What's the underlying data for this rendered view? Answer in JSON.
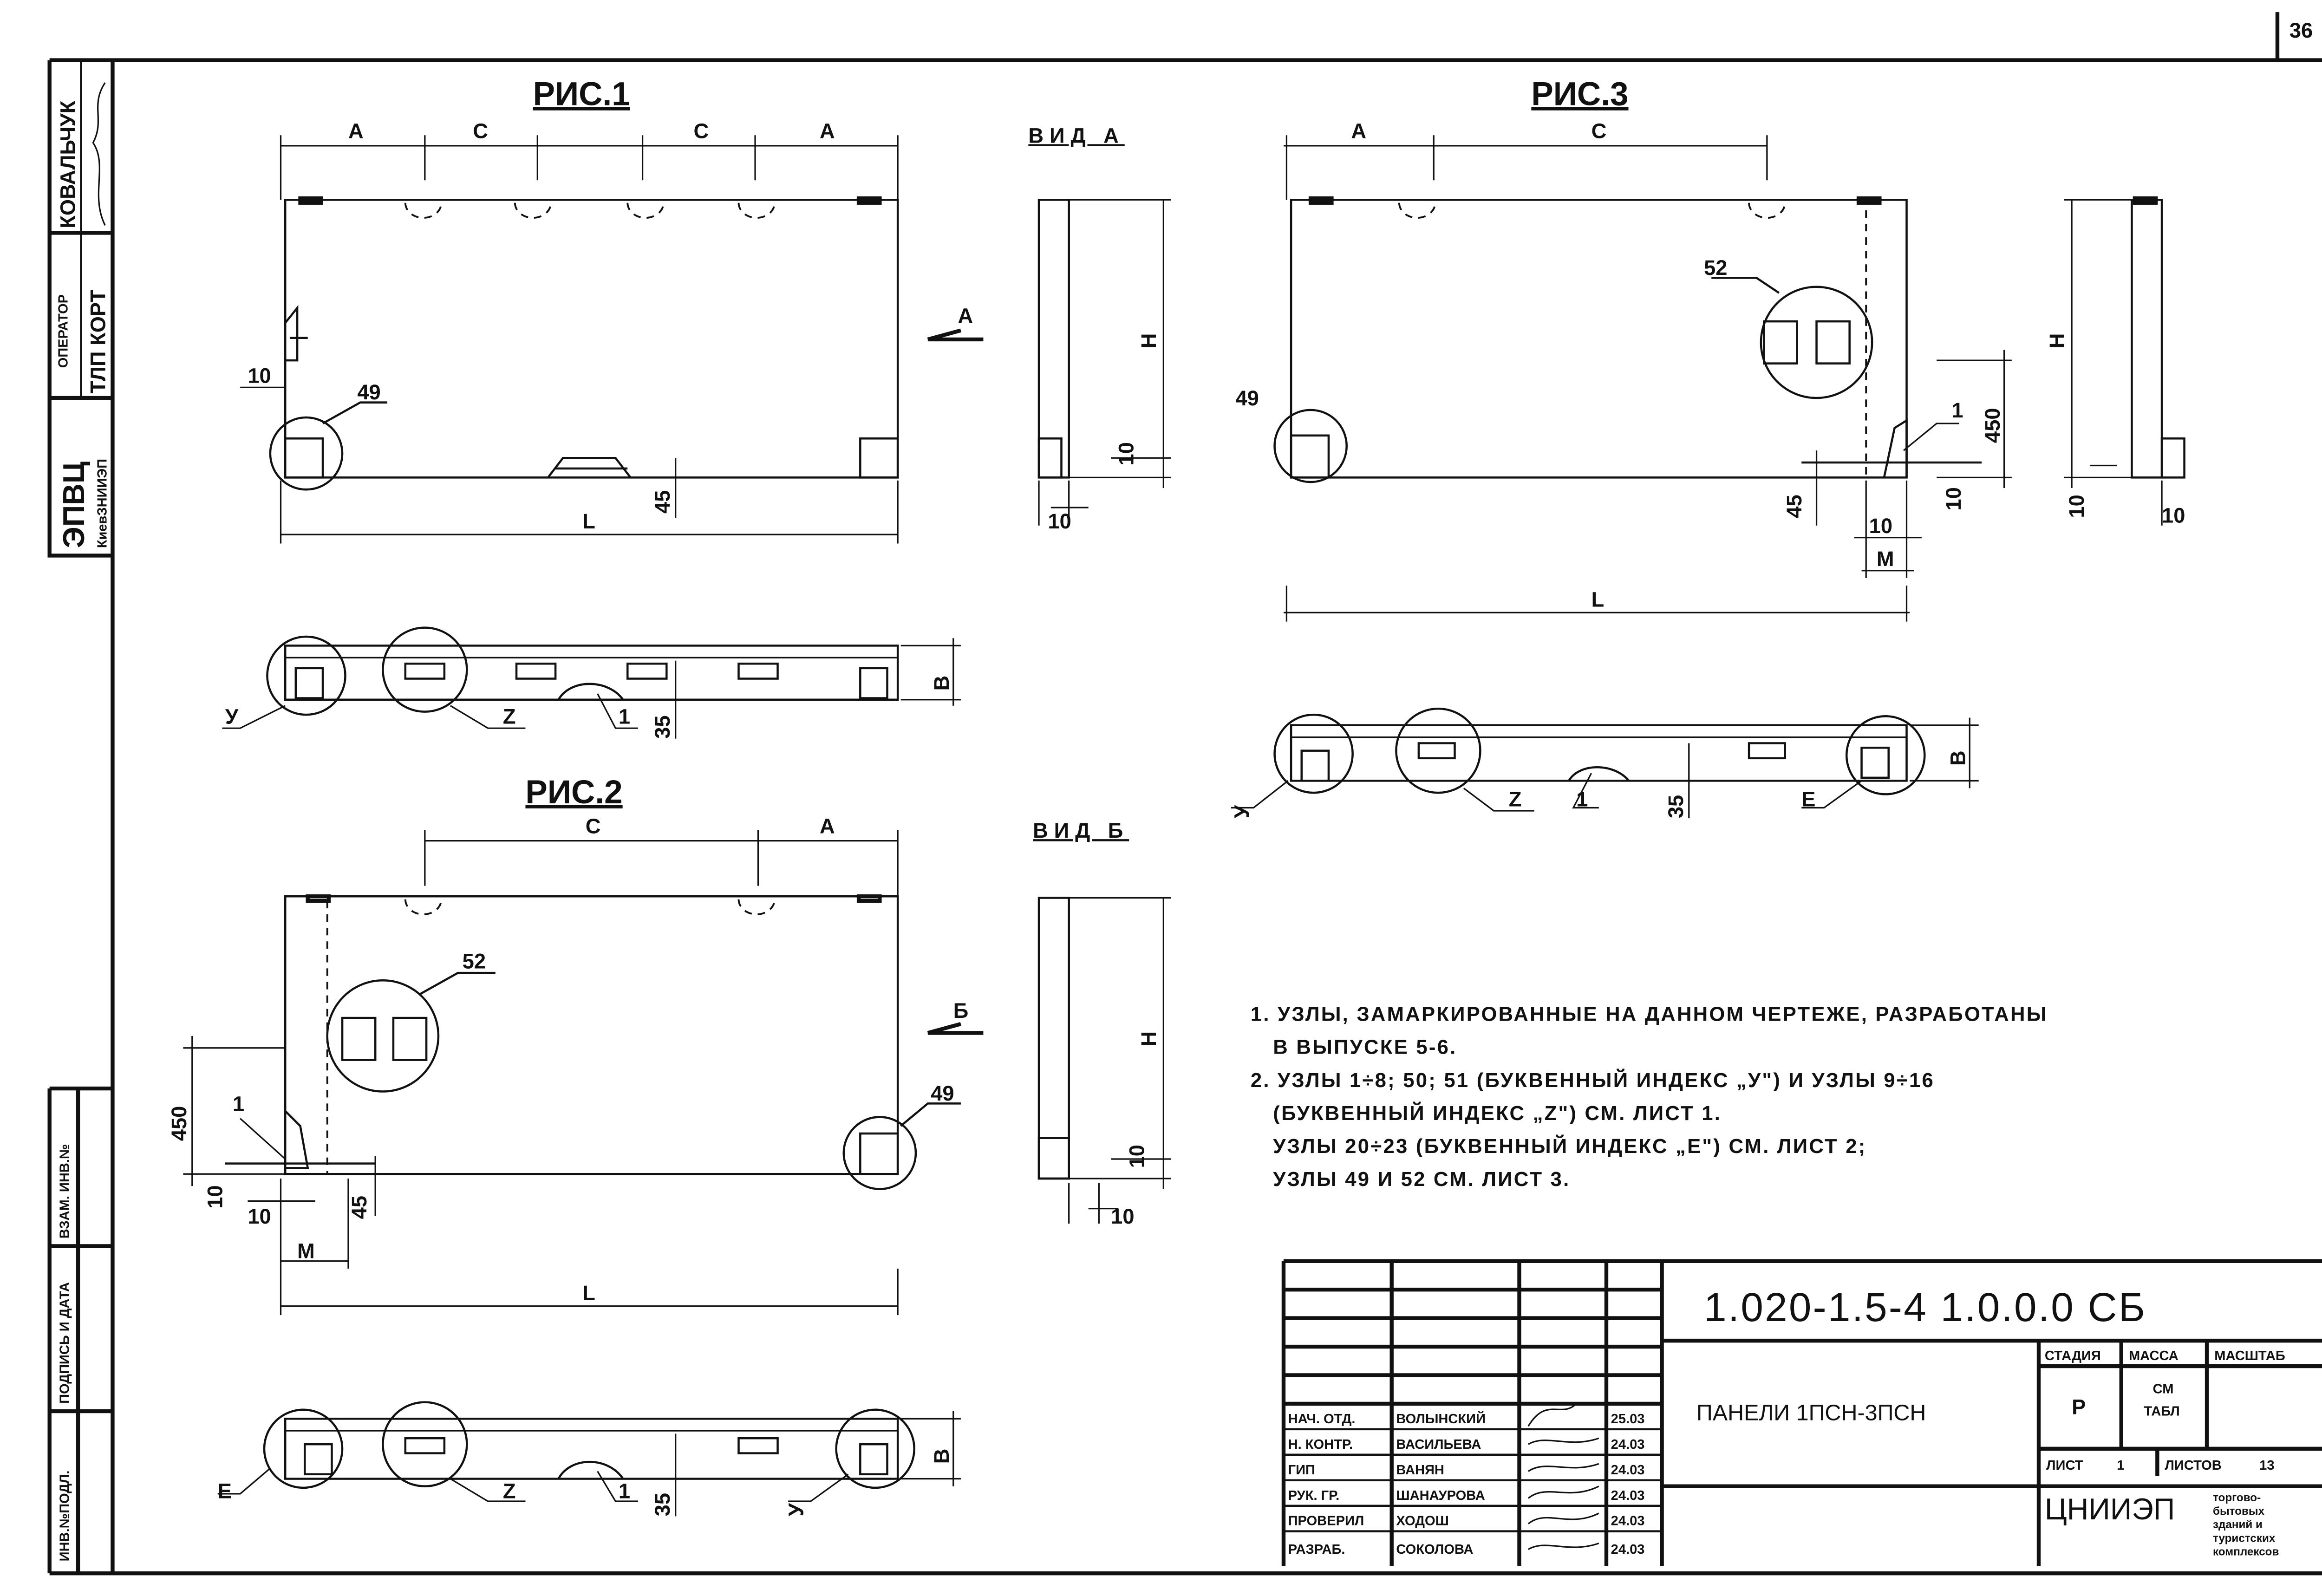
{
  "sheet_number": "36",
  "side_stamp": {
    "author": "КОВАЛЬЧУК",
    "operator_label": "ОПЕРАТОР",
    "operator_org": "ТЛП КОРТ",
    "center": "ЭПВЦ",
    "institute": "КиевЗНИИЭП",
    "inv_replace": "ВЗАМ. ИНВ.№",
    "sign_date": "ПОДПИСЬ И ДАТА",
    "inv_orig": "ИНВ.№ПОДЛ."
  },
  "fig1": {
    "title": "РИС.1",
    "dim_a": "A",
    "dim_c": "C",
    "dim_l": "L",
    "dim_10": "10",
    "dim_45": "45",
    "dim_35": "35",
    "dim_b": "В",
    "node_49": "49",
    "node_y": "У",
    "node_z": "Z",
    "node_1": "1",
    "arrow": "А",
    "view_title": "ВИД А",
    "view_h": "H"
  },
  "fig2": {
    "title": "РИС.2",
    "dim_a": "A",
    "dim_c": "C",
    "dim_l": "L",
    "dim_m": "M",
    "dim_10": "10",
    "dim_45": "45",
    "dim_450": "450",
    "dim_35": "35",
    "dim_b": "В",
    "node_49": "49",
    "node_52": "52",
    "node_1": "1",
    "node_e": "Е",
    "node_z": "Z",
    "node_y": "У",
    "arrow": "Б",
    "view_title": "ВИД Б",
    "view_h": "H"
  },
  "fig3": {
    "title": "РИС.3",
    "dim_a": "A",
    "dim_c": "C",
    "dim_l": "L",
    "dim_m": "M",
    "dim_10": "10",
    "dim_45": "45",
    "dim_450": "450",
    "dim_35": "35",
    "dim_b": "В",
    "node_49": "49",
    "node_52": "52",
    "node_1": "1",
    "node_y": "У",
    "node_z": "Z",
    "node_e": "Е",
    "view_h": "H"
  },
  "notes": [
    "1. УЗЛЫ, ЗАМАРКИРОВАННЫЕ НА ДАННОМ ЧЕРТЕЖЕ, РАЗРАБОТАНЫ",
    "В ВЫПУСКЕ 5-6.",
    "2. УЗЛЫ  1÷8; 50; 51 (БУКВЕННЫЙ ИНДЕКС „У\") И УЗЛЫ 9÷16",
    "(БУКВЕННЫЙ  ИНДЕКС  „Z\") СМ. ЛИСТ 1.",
    "УЗЛЫ  20÷23 (БУКВЕННЫЙ  ИНДЕКС „Е\") СМ. ЛИСТ 2;",
    "УЗЛЫ  49 И 52  СМ. ЛИСТ 3."
  ],
  "title_block": {
    "code": "1.020-1.5-4 1.0.0.0 СБ",
    "name": "ПАНЕЛИ 1ПСН-3ПСН",
    "stage_label": "СТАДИЯ",
    "mass_label": "МАССА",
    "scale_label": "МАСШТАБ",
    "stage": "Р",
    "mass_1": "СМ",
    "mass_2": "ТАБЛ",
    "sheet_label": "ЛИСТ",
    "sheet": "1",
    "sheets_label": "ЛИСТОВ",
    "sheets": "13",
    "org": "ЦНИИЭП",
    "org_desc": [
      "торгово-",
      "бытовых",
      "зданий и",
      "туристских",
      "комплексов"
    ],
    "staff": [
      {
        "role": "НАЧ. ОТД.",
        "name": "ВОЛЫНСКИЙ",
        "date": "25.03"
      },
      {
        "role": "Н. КОНТР.",
        "name": "ВАСИЛЬЕВА",
        "date": "24.03"
      },
      {
        "role": "ГИП",
        "name": "ВАНЯН",
        "date": "24.03"
      },
      {
        "role": "РУК. ГР.",
        "name": "ШАНАУРОВА",
        "date": "24.03"
      },
      {
        "role": "ПРОВЕРИЛ",
        "name": "ХОДОШ",
        "date": "24.03"
      },
      {
        "role": "РАЗРАБ.",
        "name": "СОКОЛОВА",
        "date": "24.03"
      }
    ]
  }
}
